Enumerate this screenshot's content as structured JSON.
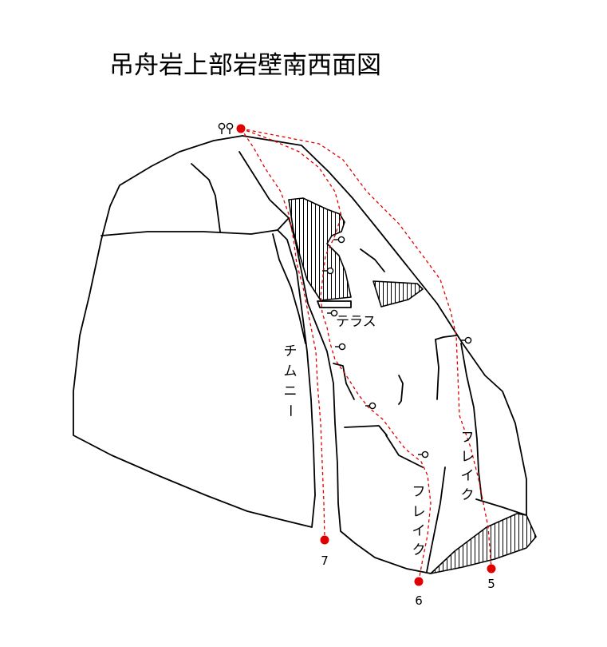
{
  "title": "吊舟岩上部岩壁南西面図",
  "labels": {
    "terrace": "テラス",
    "chimney": [
      "チ",
      "ム",
      "ニ",
      "ー"
    ],
    "flake_left": [
      "フ",
      "レ",
      "イ",
      "ク"
    ],
    "flake_right": [
      "フ",
      "レ",
      "イ",
      "ク"
    ]
  },
  "routes": [
    {
      "number": "7"
    },
    {
      "number": "6"
    },
    {
      "number": "5"
    }
  ],
  "colors": {
    "route": "#e00000",
    "rock_line": "#000000",
    "background": "#ffffff"
  },
  "icons": {
    "anchor": "double-ring-anchor-icon",
    "bolt": "ring-bolt-icon",
    "route_marker": "red-dot-icon"
  }
}
